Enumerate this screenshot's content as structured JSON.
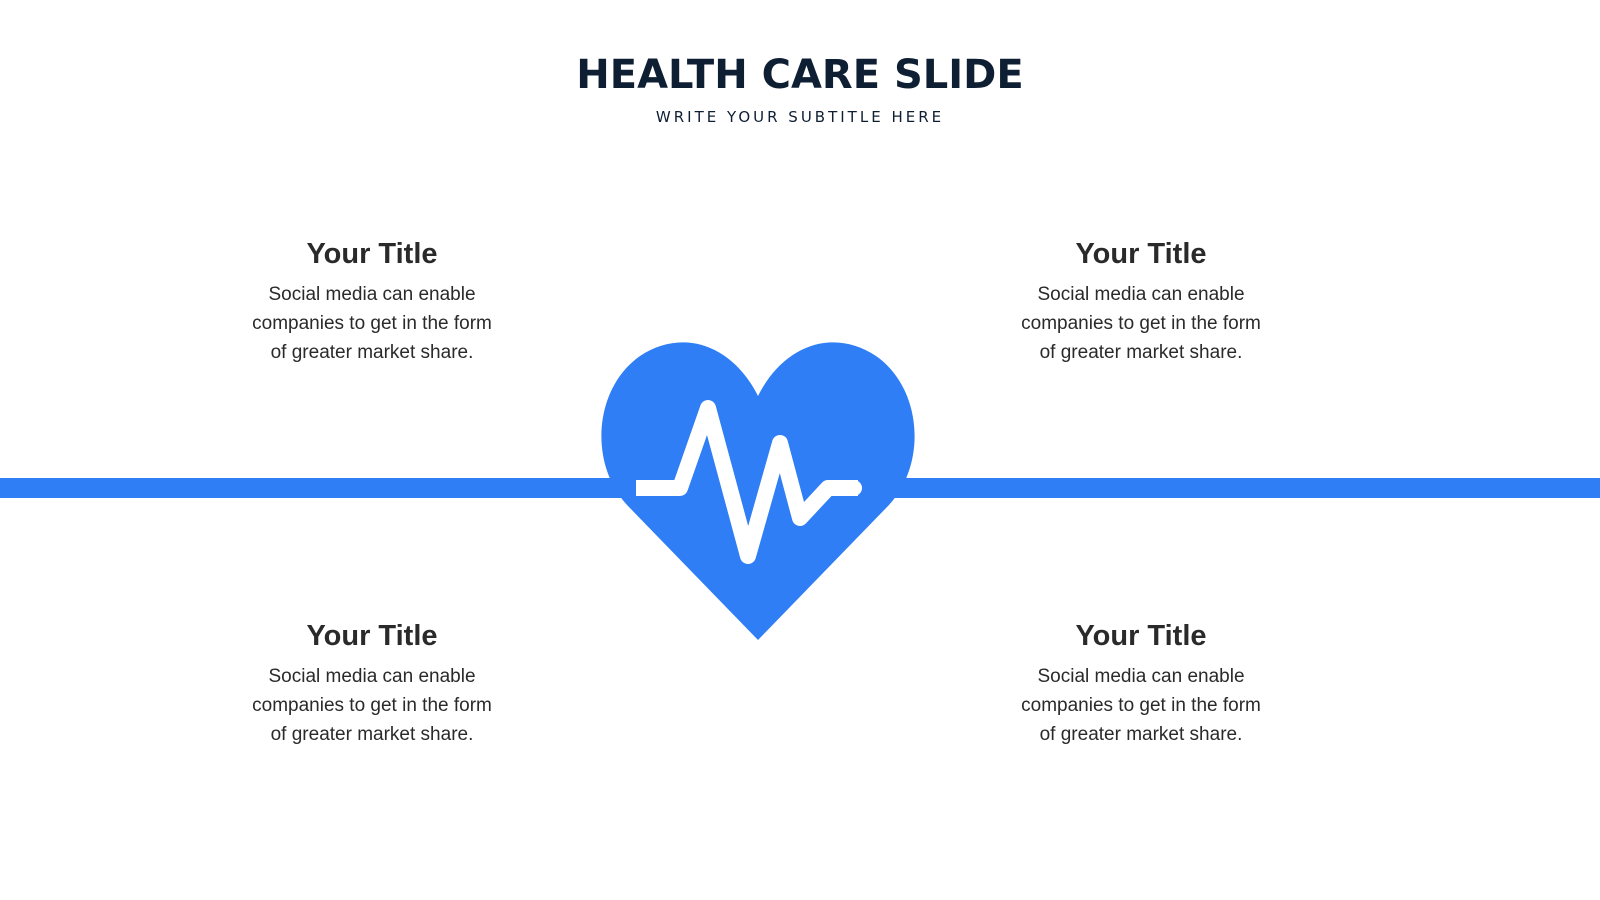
{
  "header": {
    "title": "HEALTH CARE SLIDE",
    "subtitle": "WRITE YOUR SUBTITLE HERE"
  },
  "colors": {
    "accent": "#2f7ef5",
    "title": "#0f1f33",
    "body_text": "#2a2a2a",
    "background": "#ffffff"
  },
  "center_icon": "heart-pulse-icon",
  "blocks": [
    {
      "position": "top-left",
      "title": "Your Title",
      "lines": [
        "Social media can enable",
        "companies to get in the form",
        "of greater market share."
      ]
    },
    {
      "position": "top-right",
      "title": "Your Title",
      "lines": [
        "Social media can enable",
        "companies to get in the form",
        "of greater market share."
      ]
    },
    {
      "position": "bottom-left",
      "title": "Your Title",
      "lines": [
        "Social media can enable",
        "companies to get in the form",
        "of greater market share."
      ]
    },
    {
      "position": "bottom-right",
      "title": "Your Title",
      "lines": [
        "Social media can enable",
        "companies to get in the form",
        "of greater market share."
      ]
    }
  ]
}
